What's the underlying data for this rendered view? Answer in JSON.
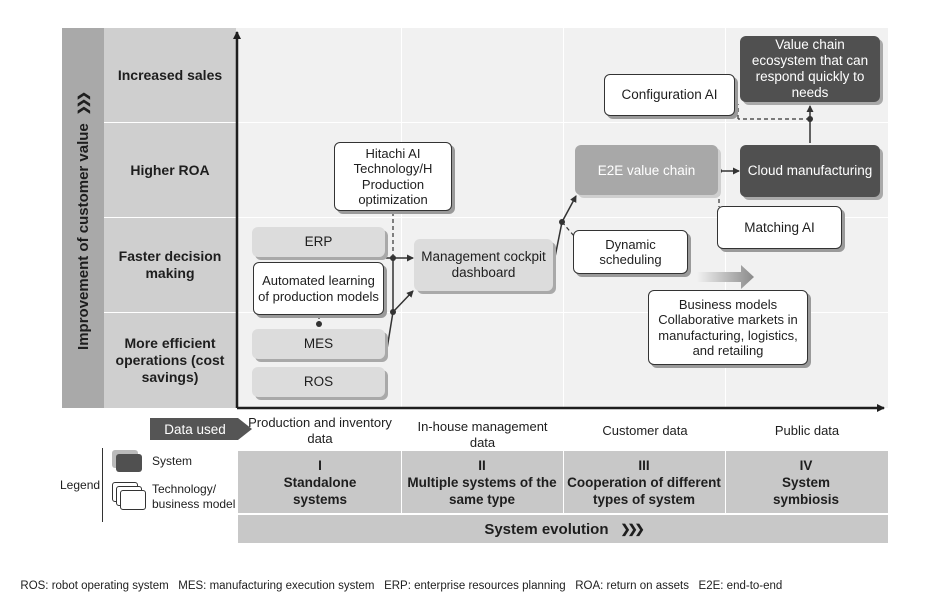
{
  "y_axis": {
    "label": "Improvement of customer value",
    "arrow": "❯❯❯"
  },
  "rows": [
    {
      "label": "Increased sales"
    },
    {
      "label": "Higher ROA"
    },
    {
      "label": "Faster decision making"
    },
    {
      "label": "More efficient operations (cost savings)"
    }
  ],
  "data_used": {
    "label": "Data used",
    "columns": [
      "Production and inventory data",
      "In-house management data",
      "Customer data",
      "Public data"
    ]
  },
  "stages": [
    {
      "numeral": "I",
      "name": "Standalone systems"
    },
    {
      "numeral": "II",
      "name": "Multiple systems of the same type"
    },
    {
      "numeral": "III",
      "name": "Cooperation of different types of system"
    },
    {
      "numeral": "IV",
      "name": "System symbiosis"
    }
  ],
  "system_evolution": {
    "label": "System evolution",
    "arrow": "❯❯❯"
  },
  "legend": {
    "title": "Legend",
    "system": "System",
    "technology": "Technology/ business model"
  },
  "boxes": {
    "erp": "ERP",
    "mes": "MES",
    "ros": "ROS",
    "automated_learning": "Automated learning of production models",
    "hitachi_ai": "Hitachi AI Technology/H Production optimization",
    "management_cockpit": "Management cockpit dashboard",
    "e2e": "E2E value chain",
    "dynamic_scheduling": "Dynamic scheduling",
    "configuration_ai": "Configuration AI",
    "value_chain_ecosystem": "Value chain ecosystem that can respond quickly to needs",
    "cloud_manufacturing": "Cloud manufacturing",
    "matching_ai": "Matching AI",
    "business_models": "Business models Collaborative markets in manufacturing, logistics, and retailing"
  },
  "footnote": "ROS: robot operating system   MES: manufacturing execution system   ERP: enterprise resources planning   ROA: return on assets   E2E: end-to-end",
  "colors": {
    "row_band": "#cfcfcf",
    "bg_panel": "#f1f1f1",
    "system": "#505050",
    "stage_band": "#c8c8c8"
  }
}
